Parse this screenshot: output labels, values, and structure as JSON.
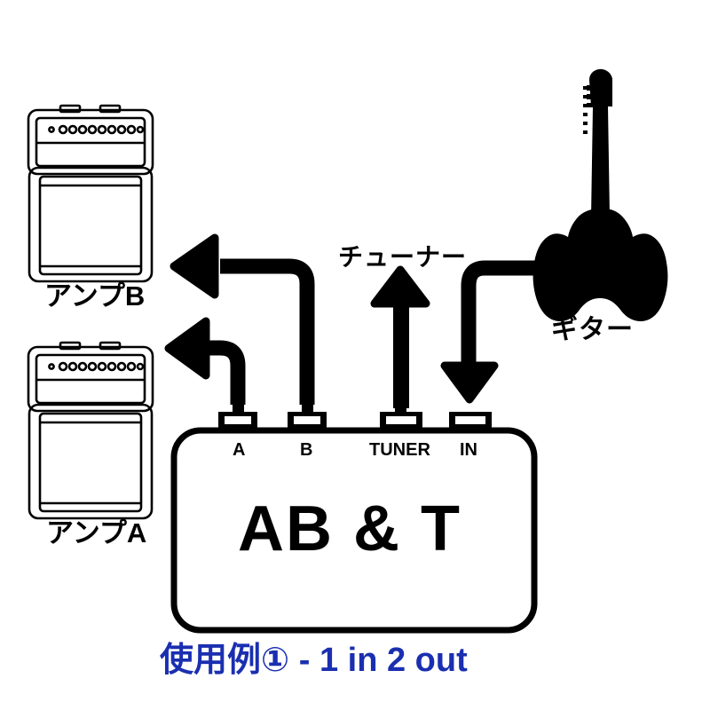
{
  "diagram": {
    "title_caption": "使用例① - 1 in 2 out",
    "caption_color": "#1a2fb0",
    "line_color": "#000000",
    "background": "#ffffff",
    "devices": {
      "amp_b": {
        "label": "アンプB",
        "type": "guitar-amplifier-stack"
      },
      "amp_a": {
        "label": "アンプA",
        "type": "guitar-amplifier-stack"
      },
      "tuner": {
        "label": "チューナー",
        "type": "tuner"
      },
      "guitar": {
        "label": "ギター",
        "type": "electric-guitar"
      },
      "pedal": {
        "label": "AB & T",
        "type": "ab-switch-pedal"
      }
    },
    "jacks": [
      {
        "id": "a",
        "label": "A",
        "direction": "out"
      },
      {
        "id": "b",
        "label": "B",
        "direction": "out"
      },
      {
        "id": "tuner",
        "label": "TUNER",
        "direction": "out"
      },
      {
        "id": "in",
        "label": "IN",
        "direction": "in"
      }
    ],
    "connections": [
      {
        "from": "jack-a",
        "to": "amp-a",
        "arrow": "left"
      },
      {
        "from": "jack-b",
        "to": "amp-b",
        "arrow": "left"
      },
      {
        "from": "jack-tuner",
        "to": "tuner",
        "arrow": "up"
      },
      {
        "from": "guitar",
        "to": "jack-in",
        "arrow": "down"
      }
    ]
  }
}
